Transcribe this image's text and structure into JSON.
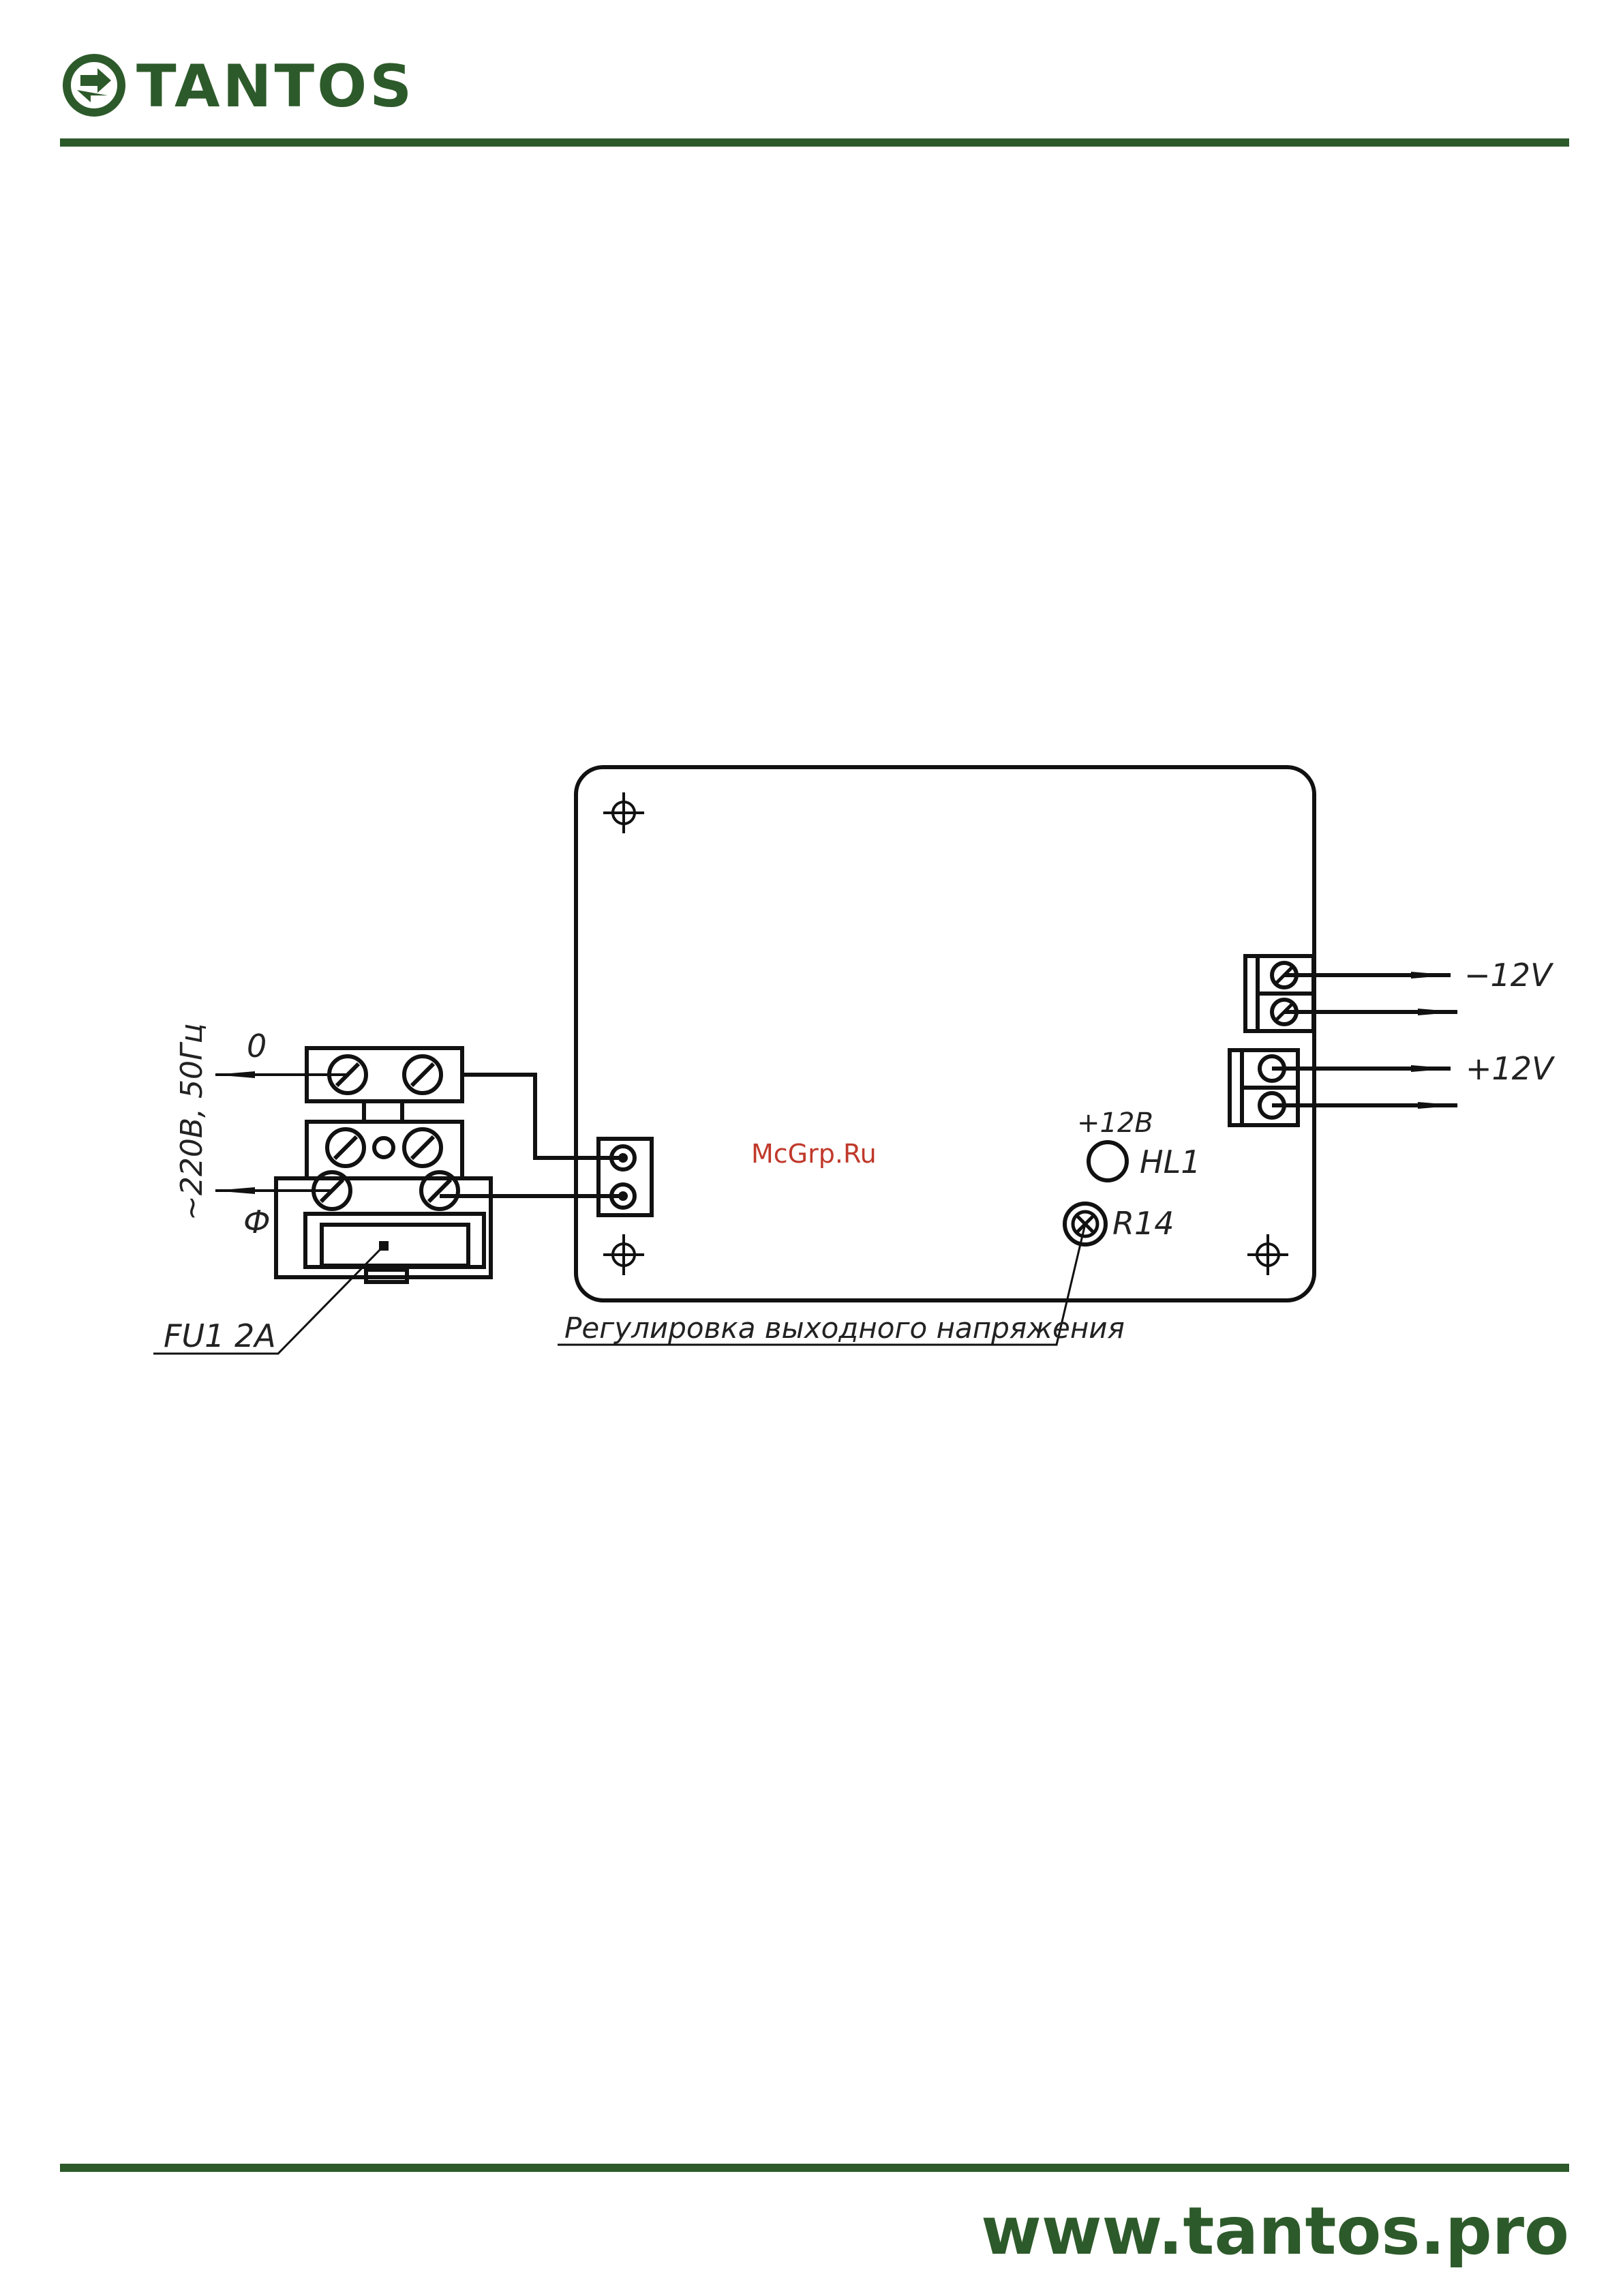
{
  "header": {
    "brand": "TANTOS",
    "logo_icon": "tantos-ring-icon"
  },
  "footer": {
    "website": "www.tantos.pro"
  },
  "colors": {
    "brand_green": "#2d5a2a",
    "line": "#111111",
    "watermark": "#c0392b"
  },
  "diagram": {
    "watermark": "McGrp.Ru",
    "labels": {
      "neutral": "0",
      "phase": "Ф",
      "mains": "~220В, 50Гц",
      "fuse": "FU1 2A",
      "minus_out": "−12V",
      "plus_out": "+12V",
      "led_voltage": "+12В",
      "led": "HL1",
      "trimmer": "R14",
      "adjust_note": "Регулировка выходного напряжения"
    }
  }
}
